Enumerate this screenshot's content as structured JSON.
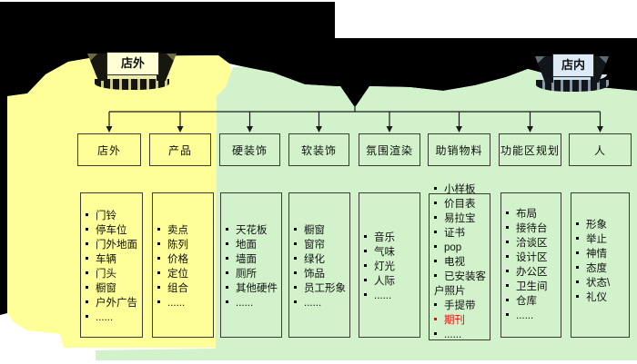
{
  "banners": {
    "outside_label": "店外",
    "inside_label": "店内"
  },
  "columns": [
    {
      "id": "outside",
      "title": "店外",
      "items": [
        "门铃",
        "停车位",
        "门外地面",
        "车辆",
        "门头",
        "橱窗",
        "户外广告",
        "......"
      ]
    },
    {
      "id": "product",
      "title": "产品",
      "items": [
        "卖点",
        "陈列",
        "价格",
        "定位",
        "组合",
        "......"
      ]
    },
    {
      "id": "hard-decor",
      "title": "硬装饰",
      "items": [
        "天花板",
        "地面",
        "墙面",
        "厕所",
        "其他硬件",
        "......"
      ]
    },
    {
      "id": "soft-decor",
      "title": "软装饰",
      "items": [
        "橱窗",
        "窗帘",
        "绿化",
        "饰品",
        "员工形象",
        "......"
      ]
    },
    {
      "id": "ambience",
      "title": "氛围渲染",
      "items": [
        "音乐",
        "气味",
        "灯光",
        "人际",
        "......"
      ]
    },
    {
      "id": "sales-aids",
      "title": "助销物料",
      "items": [
        "小样板",
        "价目表",
        "易拉宝",
        "证书",
        "pop",
        "电视",
        "已安装客户照片",
        "手提带",
        {
          "text": "期刊",
          "color": "#FF0000"
        },
        "......"
      ]
    },
    {
      "id": "zones",
      "title": "功能区规划",
      "items": [
        "布局",
        "接待台",
        "洽谈区",
        "设计区",
        "办公区",
        "卫生间",
        "仓库",
        "......"
      ]
    },
    {
      "id": "people",
      "title": "人",
      "items": [
        "形象",
        "举止",
        "神情",
        "态度",
        "状态\\",
        "礼仪"
      ]
    }
  ],
  "colors": {
    "backdrop_black": "#000000",
    "outside_region_fill": "#FFFF99",
    "inside_region_fill": "#D2F2CC",
    "banner_outside_fill": "#FFFFD6",
    "banner_inside_fill": "#DCEBF7",
    "line_color": "#1a1a1a",
    "highlight_red": "#FF0000"
  }
}
